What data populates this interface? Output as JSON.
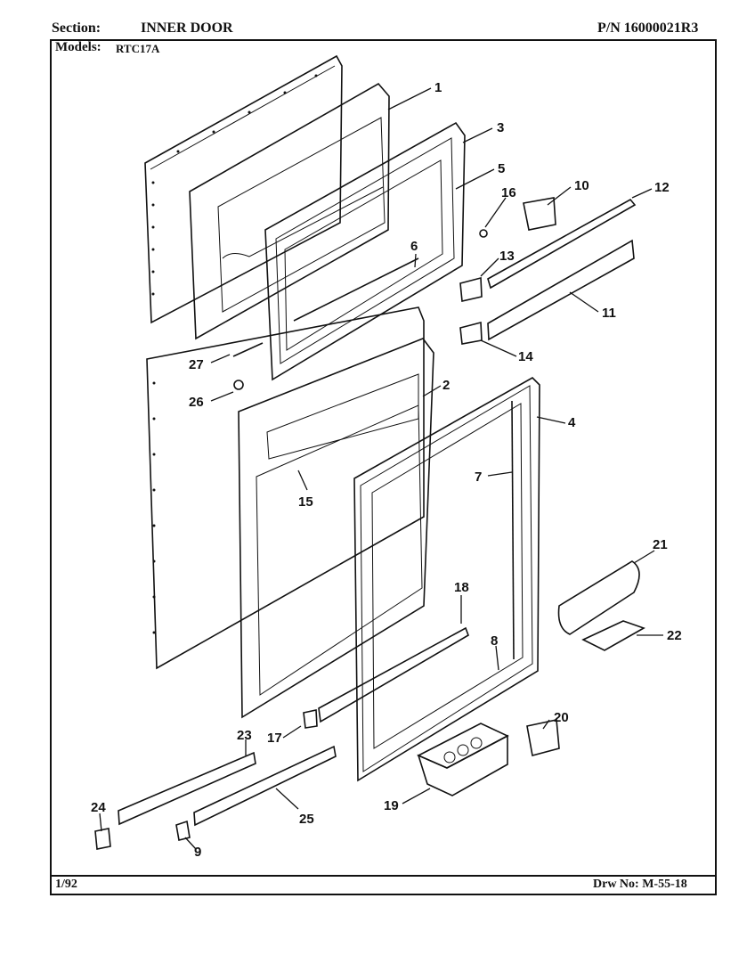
{
  "header": {
    "section_label": "Section:",
    "section_value": "INNER DOOR",
    "pn": "P/N 16000021R3",
    "models_label": "Models:",
    "models_value": "RTC17A"
  },
  "footer": {
    "date": "1/92",
    "drawing_no": "Drw No: M-55-18"
  },
  "callouts": [
    "1",
    "2",
    "3",
    "4",
    "5",
    "6",
    "7",
    "8",
    "9",
    "10",
    "11",
    "12",
    "13",
    "14",
    "15",
    "16",
    "17",
    "18",
    "19",
    "20",
    "21",
    "22",
    "23",
    "24",
    "25",
    "26",
    "27"
  ]
}
